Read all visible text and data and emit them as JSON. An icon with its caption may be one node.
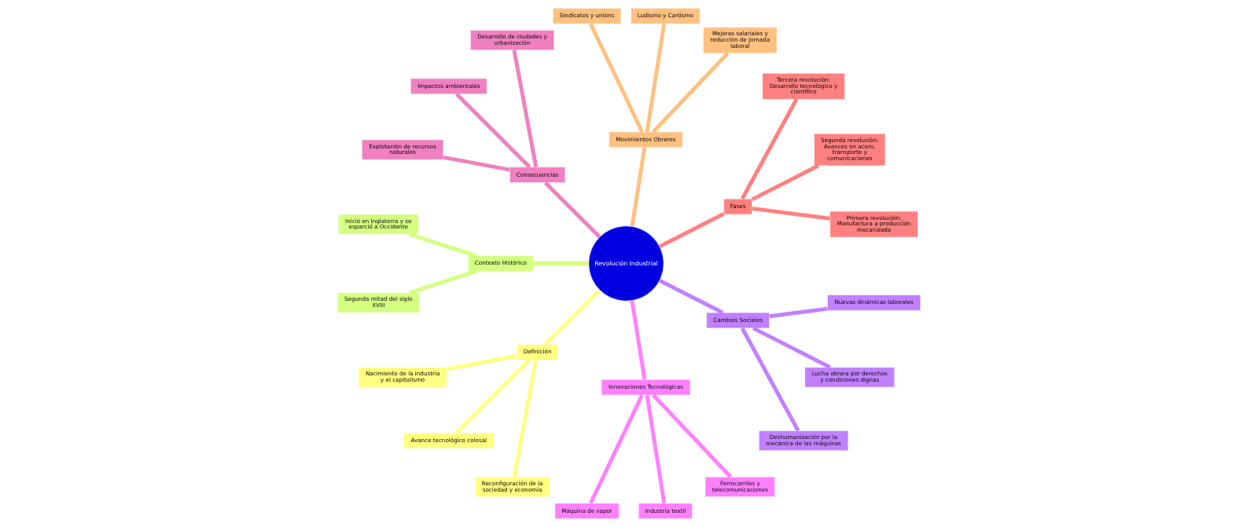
{
  "diagram": {
    "nodes": [
      {
        "text": [
          "Revolución Industrial"
        ]
      },
      {
        "text": [
          "Fases"
        ]
      },
      {
        "text": [
          "Primera revolución: Manufactura a producción mecanizada"
        ]
      },
      {
        "text": [
          "Segunda revolución: Avances en acero, transporte y comunicaciones"
        ]
      },
      {
        "text": [
          "Tercera revolución: Desarrollo tecnológico y científico"
        ]
      },
      {
        "text": [
          "Movimientos Obreros"
        ]
      },
      {
        "text": [
          "Mejoras salariales y reducción de jornada laboral"
        ]
      },
      {
        "text": [
          "Ludismo y Cartismo"
        ]
      },
      {
        "text": [
          "Sindicatos y unions"
        ]
      },
      {
        "text": [
          "Consecuencias"
        ]
      },
      {
        "text": [
          "Desarrollo de ciudades y urbanización"
        ]
      },
      {
        "text": [
          "Impactos ambientales"
        ]
      },
      {
        "text": [
          "Explotación de recursos naturales"
        ]
      },
      {
        "text": [
          "Contexto Histórico"
        ]
      },
      {
        "text": [
          "Inició en Inglaterra y se esparció a Occidente"
        ]
      },
      {
        "text": [
          "Segunda mitad del siglo XVIII"
        ]
      },
      {
        "text": [
          "Definición"
        ]
      },
      {
        "text": [
          "Nacimiento de la industria y el capitalismo"
        ]
      },
      {
        "text": [
          "Avance tecnológico colosal"
        ]
      },
      {
        "text": [
          "Reconfiguración de la sociedad y economía"
        ]
      },
      {
        "text": [
          "Innovaciones Tecnológicas"
        ]
      },
      {
        "text": [
          "Máquina de vapor"
        ]
      },
      {
        "text": [
          "Industria textil"
        ]
      },
      {
        "text": [
          "Ferrocarriles y telecomunicaciones"
        ]
      },
      {
        "text": [
          "Cambios Sociales"
        ]
      },
      {
        "text": [
          "Deshumanización por la mecánica de las máquinas"
        ]
      },
      {
        "text": [
          "Lucha obrera por derechos y condiciones dignas"
        ]
      },
      {
        "text": [
          "Nuevas dinámicas laborales"
        ]
      }
    ],
    "edges": [
      {
        "from": 0,
        "to": 1,
        "arrow": "none",
        "color": "#ff8080"
      },
      {
        "from": 1,
        "to": 2,
        "arrow": "none",
        "color": "#ff8080"
      },
      {
        "from": 1,
        "to": 3,
        "arrow": "none",
        "color": "#ff8080"
      },
      {
        "from": 1,
        "to": 4,
        "arrow": "none",
        "color": "#ff8080"
      },
      {
        "from": 0,
        "to": 5,
        "arrow": "none",
        "color": "#ffc080"
      },
      {
        "from": 5,
        "to": 6,
        "arrow": "none",
        "color": "#ffc080"
      },
      {
        "from": 5,
        "to": 7,
        "arrow": "none",
        "color": "#ffc080"
      },
      {
        "from": 5,
        "to": 8,
        "arrow": "none",
        "color": "#ffc080"
      },
      {
        "from": 0,
        "to": 9,
        "arrow": "none",
        "color": "#f080c0"
      },
      {
        "from": 9,
        "to": 10,
        "arrow": "none",
        "color": "#f080c0"
      },
      {
        "from": 9,
        "to": 11,
        "arrow": "none",
        "color": "#f080c0"
      },
      {
        "from": 9,
        "to": 12,
        "arrow": "none",
        "color": "#f080c0"
      },
      {
        "from": 0,
        "to": 13,
        "arrow": "none",
        "color": "#d4ff80"
      },
      {
        "from": 13,
        "to": 14,
        "arrow": "none",
        "color": "#d4ff80"
      },
      {
        "from": 13,
        "to": 15,
        "arrow": "none",
        "color": "#d4ff80"
      },
      {
        "from": 0,
        "to": 16,
        "arrow": "none",
        "color": "#ffff80"
      },
      {
        "from": 16,
        "to": 17,
        "arrow": "none",
        "color": "#ffff80"
      },
      {
        "from": 16,
        "to": 18,
        "arrow": "none",
        "color": "#ffff80"
      },
      {
        "from": 16,
        "to": 19,
        "arrow": "none",
        "color": "#ffff80"
      },
      {
        "from": 0,
        "to": 20,
        "arrow": "none",
        "color": "#ff80ff"
      },
      {
        "from": 20,
        "to": 21,
        "arrow": "none",
        "color": "#ff80ff"
      },
      {
        "from": 20,
        "to": 22,
        "arrow": "none",
        "color": "#ff80ff"
      },
      {
        "from": 20,
        "to": 23,
        "arrow": "none",
        "color": "#ff80ff"
      },
      {
        "from": 0,
        "to": 24,
        "arrow": "none",
        "color": "#c080ff"
      },
      {
        "from": 24,
        "to": 25,
        "arrow": "none",
        "color": "#c080ff"
      },
      {
        "from": 24,
        "to": 26,
        "arrow": "none",
        "color": "#c080ff"
      },
      {
        "from": 24,
        "to": 27,
        "arrow": "none",
        "color": "#c080ff"
      }
    ]
  }
}
